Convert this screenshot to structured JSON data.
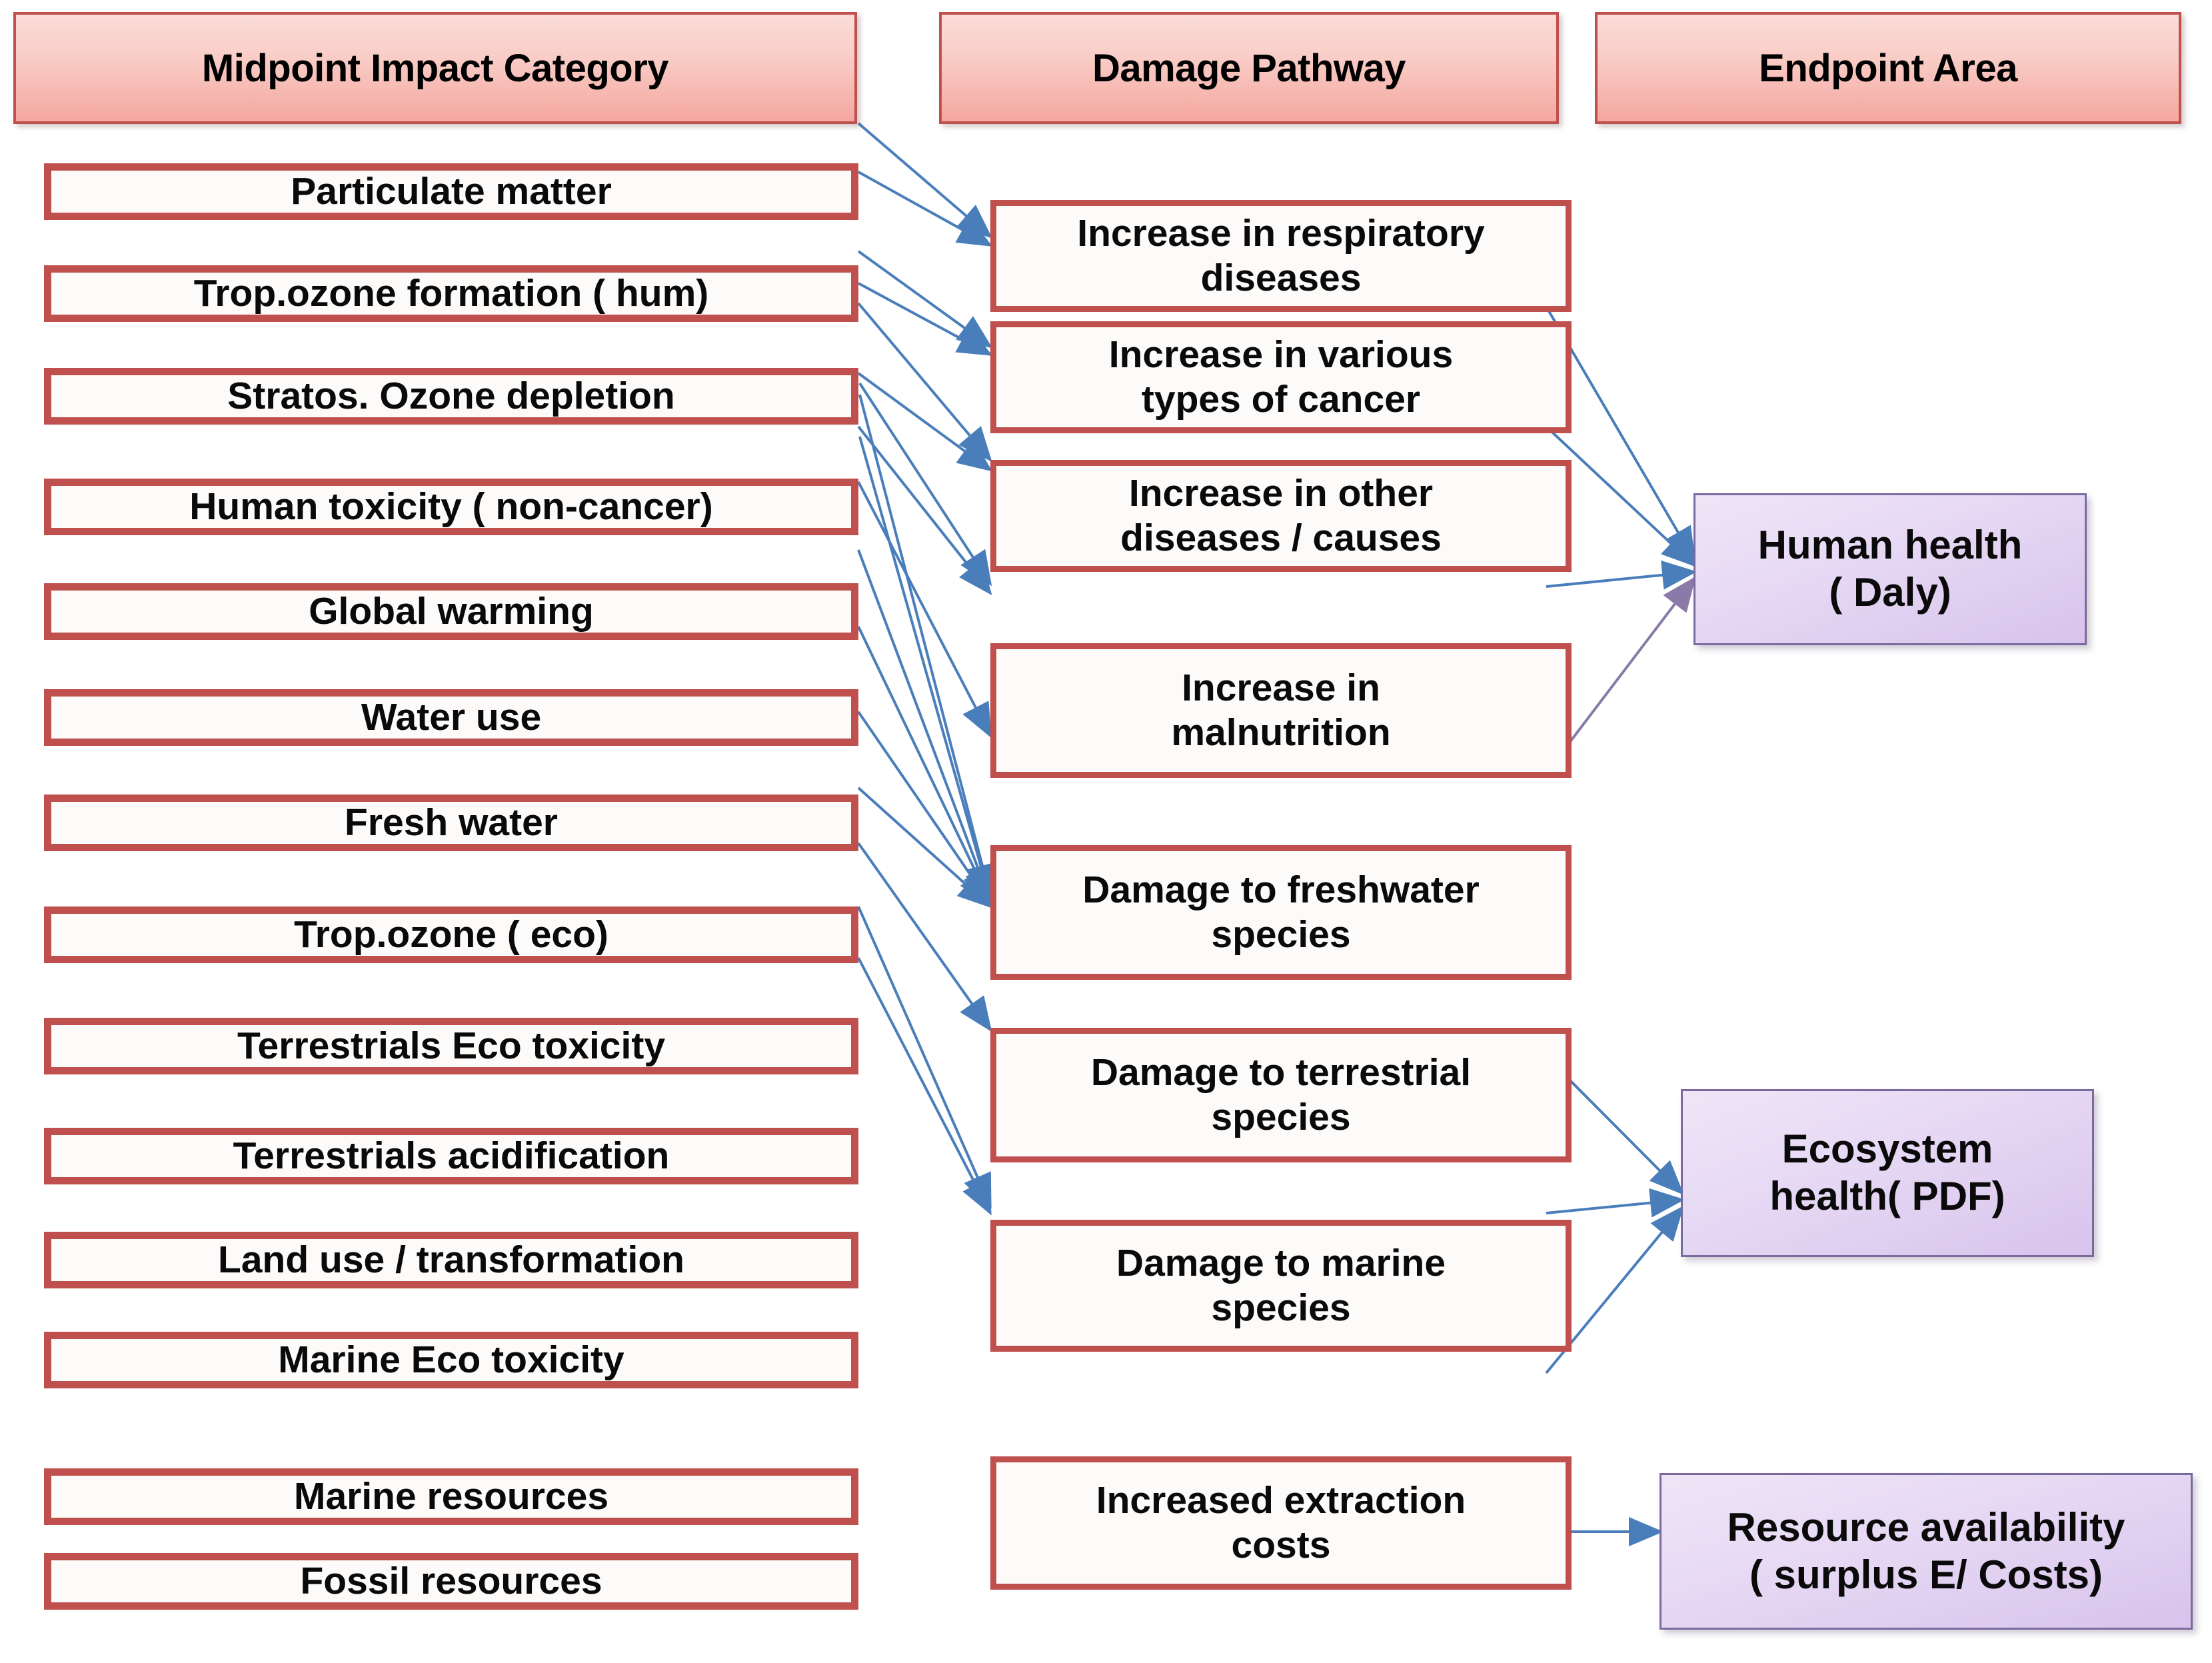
{
  "diagram": {
    "title_columns": [
      {
        "id": "midpoint",
        "label": "Midpoint Impact Category"
      },
      {
        "id": "pathway",
        "label": "Damage Pathway"
      },
      {
        "id": "endpoint",
        "label": "Endpoint Area"
      }
    ],
    "colors": {
      "box_border_red": "#c0504d",
      "header_fill_pink": "#f4a79f",
      "endpoint_fill_purple": "#d8c3ec",
      "endpoint_border_purple": "#7b6a9e",
      "arrow_blue": "#4a7ebb",
      "arrow_purple": "#8a7aa8",
      "box_fill_white": "#fdfbfa",
      "text_black": "#0a0a0a"
    },
    "midpoint_categories": [
      {
        "id": "particulate-matter",
        "label": "Particulate matter"
      },
      {
        "id": "trop-ozone-hum",
        "label": "Trop.ozone formation ( hum)"
      },
      {
        "id": "stratos-ozone-depletion",
        "label": "Stratos. Ozone depletion"
      },
      {
        "id": "human-toxicity-non-cancer",
        "label": "Human toxicity ( non-cancer)"
      },
      {
        "id": "global-warming",
        "label": "Global warming"
      },
      {
        "id": "water-use",
        "label": "Water use"
      },
      {
        "id": "fresh-water",
        "label": "Fresh water"
      },
      {
        "id": "trop-ozone-eco",
        "label": "Trop.ozone ( eco)"
      },
      {
        "id": "terrestrials-eco-toxicity",
        "label": "Terrestrials Eco toxicity"
      },
      {
        "id": "terrestrials-acidification",
        "label": "Terrestrials acidification"
      },
      {
        "id": "land-use-transformation",
        "label": "Land use / transformation"
      },
      {
        "id": "marine-eco-toxicity",
        "label": "Marine Eco toxicity"
      },
      {
        "id": "marine-resources",
        "label": "Marine  resources"
      },
      {
        "id": "fossil-resources",
        "label": "Fossil resources"
      }
    ],
    "damage_pathways": [
      {
        "id": "respiratory-diseases",
        "line1": "Increase in respiratory",
        "line2": "diseases"
      },
      {
        "id": "various-cancer",
        "line1": "Increase in various",
        "line2": "types of cancer"
      },
      {
        "id": "other-diseases-causes",
        "line1": "Increase in other",
        "line2": "diseases / causes"
      },
      {
        "id": "malnutrition",
        "line1": "Increase in",
        "line2": "malnutrition"
      },
      {
        "id": "damage-freshwater-species",
        "line1": "Damage to freshwater",
        "line2": "species"
      },
      {
        "id": "damage-terrestrial-species",
        "line1": "Damage to terrestrial",
        "line2": "species"
      },
      {
        "id": "damage-marine-species",
        "line1": "Damage to marine",
        "line2": "species"
      },
      {
        "id": "increased-extraction-costs",
        "line1": "Increased extraction",
        "line2": "costs"
      }
    ],
    "endpoint_areas": [
      {
        "id": "human-health",
        "line1": "Human health",
        "line2": "( Daly)"
      },
      {
        "id": "ecosystem-health",
        "line1": "Ecosystem",
        "line2": "health( PDF)"
      },
      {
        "id": "resource-availability",
        "line1": "Resource availability",
        "line2": "( surplus E/ Costs)"
      }
    ],
    "connections": [
      {
        "from": "particulate-matter",
        "to": "respiratory-diseases"
      },
      {
        "from": "trop-ozone-hum",
        "to": "respiratory-diseases"
      },
      {
        "from": "stratos-ozone-depletion",
        "to": "various-cancer"
      },
      {
        "from": "human-toxicity-non-cancer",
        "to": "various-cancer"
      },
      {
        "from": "human-toxicity-non-cancer",
        "to": "other-diseases-causes"
      },
      {
        "from": "global-warming",
        "to": "other-diseases-causes"
      },
      {
        "from": "global-warming",
        "to": "malnutrition"
      },
      {
        "from": "water-use",
        "to": "malnutrition"
      },
      {
        "from": "water-use",
        "to": "damage-terrestrial-species"
      },
      {
        "from": "fresh-water",
        "to": "damage-freshwater-species"
      },
      {
        "from": "global-warming",
        "to": "damage-terrestrial-species"
      },
      {
        "from": "trop-ozone-eco",
        "to": "damage-terrestrial-species"
      },
      {
        "from": "terrestrials-eco-toxicity",
        "to": "damage-terrestrial-species"
      },
      {
        "from": "terrestrials-acidification",
        "to": "damage-terrestrial-species"
      },
      {
        "from": "land-use-transformation",
        "to": "damage-terrestrial-species"
      },
      {
        "from": "marine-eco-toxicity",
        "to": "damage-marine-species"
      },
      {
        "from": "marine-resources",
        "to": "increased-extraction-costs"
      },
      {
        "from": "fossil-resources",
        "to": "increased-extraction-costs"
      },
      {
        "from": "respiratory-diseases",
        "to": "human-health"
      },
      {
        "from": "various-cancer",
        "to": "human-health"
      },
      {
        "from": "other-diseases-causes",
        "to": "human-health"
      },
      {
        "from": "malnutrition",
        "to": "human-health"
      },
      {
        "from": "damage-freshwater-species",
        "to": "ecosystem-health"
      },
      {
        "from": "damage-terrestrial-species",
        "to": "ecosystem-health"
      },
      {
        "from": "damage-marine-species",
        "to": "ecosystem-health"
      },
      {
        "from": "increased-extraction-costs",
        "to": "resource-availability"
      }
    ]
  }
}
